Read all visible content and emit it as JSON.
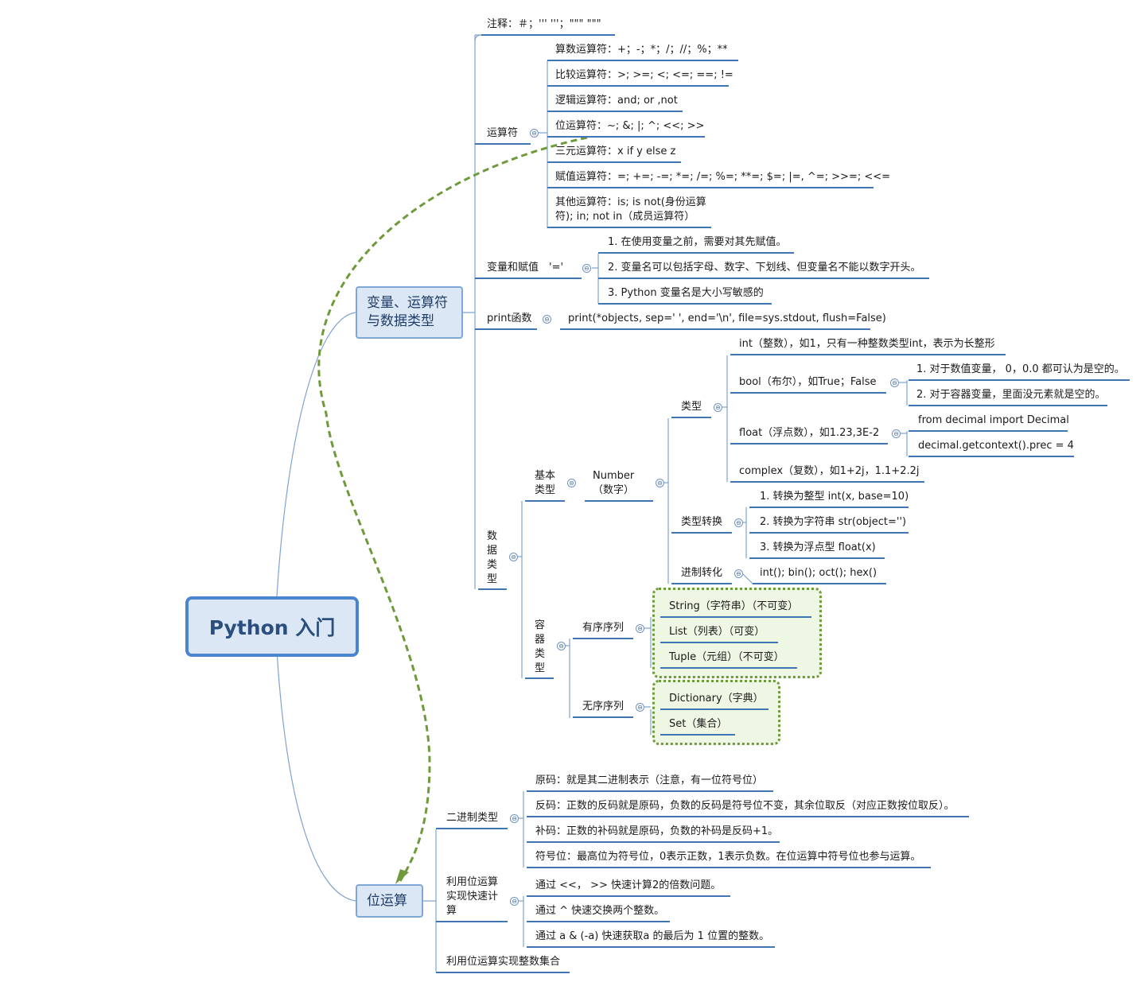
{
  "root": "Python 入门",
  "main1": "变量、运算符与数据类型",
  "main2": "位运算",
  "comment": "注释：＃；''' '''；\"\"\" \"\"\"",
  "operators": {
    "label": "运算符",
    "items": [
      "算数运算符：+；-；*；/；//；%；**",
      "比较运算符：>; >=; <; <=; ==; !=",
      "逻辑运算符：and; or ,not",
      "位运算符：~; &; |; ^; <<; >>",
      "三元运算符：x if y else z",
      "赋值运算符：=; +=; -=; *=; /=; %=; **=; $=; |=, ^=; >>=; <<=",
      "其他运算符：is; is not(身份运算符); in; not in（成员运算符）"
    ]
  },
  "variables": {
    "label": "变量和赋值　'='",
    "items": [
      "1. 在使用变量之前，需要对其先赋值。",
      "2. 变量名可以包括字母、数字、下划线、但变量名不能以数字开头。",
      "3. Python 变量名是大小写敏感的"
    ]
  },
  "print": {
    "label": "print函数",
    "sig": "print(*objects, sep=' ', end='\\n', file=sys.stdout, flush=False)"
  },
  "datatypes": {
    "label": "数据类型",
    "basic": "基本类型",
    "number": "Number（数字）",
    "types_label": "类型",
    "int": "int（整数），如1，只有一种整数类型int，表示为长整形",
    "bool": "bool（布尔），如True；False",
    "bool_items": [
      "1. 对于数值变量， 0，0.0 都可认为是空的。",
      "2. 对于容器变量，里面没元素就是空的。"
    ],
    "float": "float（浮点数），如1.23,3E-2",
    "float_items": [
      "from decimal import Decimal",
      "decimal.getcontext().prec = 4"
    ],
    "complex": "complex（复数），如1+2j，1.1+2.2j",
    "conv_label": "类型转换",
    "conv_items": [
      "1. 转换为整型 int(x, base=10)",
      "2. 转换为字符串 str(object='')",
      "3. 转换为浮点型 float(x)"
    ],
    "base_label": "进制转化",
    "base_value": "int(); bin(); oct(); hex()",
    "container": "容器类型",
    "ordered": "有序序列",
    "ordered_items": [
      "String（字符串）（不可变）",
      "List（列表）（可变）",
      "Tuple（元组）（不可变）"
    ],
    "unordered": "无序序列",
    "unordered_items": [
      "Dictionary（字典）",
      "Set（集合）"
    ]
  },
  "bits": {
    "binary_label": "二进制类型",
    "binary_items": [
      "原码：就是其二进制表示（注意，有一位符号位）",
      "反码：正数的反码就是原码，负数的反码是符号位不变，其余位取反（对应正数按位取反）。",
      "补码：正数的补码就是原码，负数的补码是反码+1。",
      "符号位：最高位为符号位，0表示正数，1表示负数。在位运算中符号位也参与运算。"
    ],
    "fast_label": "利用位运算实现快速计算",
    "fast_items": [
      "通过 <<， >> 快速计算2的倍数问题。",
      "通过 ^ 快速交换两个整数。",
      "通过 a & (-a) 快速获取a 的最后为 1 位置的整数。"
    ],
    "set_label": "利用位运算实现整数集合"
  },
  "colors": {
    "line": "#6f93c4",
    "underline": "#3f74b5",
    "arrow": "#6f9a3b"
  }
}
